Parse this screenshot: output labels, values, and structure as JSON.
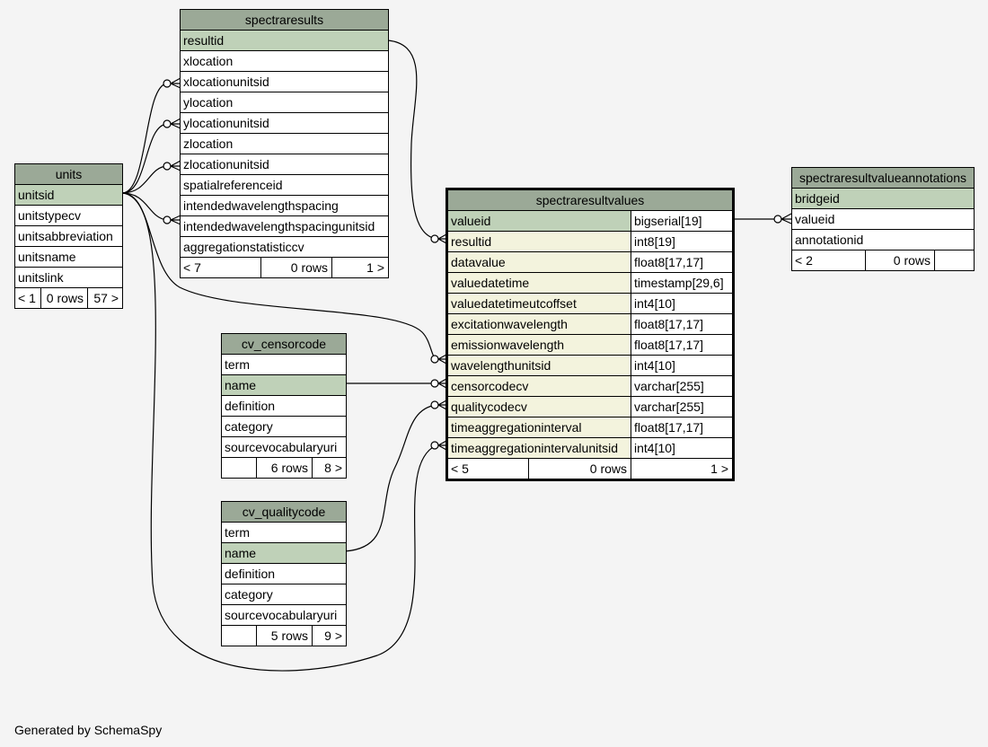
{
  "tables": {
    "spectraresults": {
      "name": "spectraresults",
      "columns": [
        "resultid",
        "xlocation",
        "xlocationunitsid",
        "ylocation",
        "ylocationunitsid",
        "zlocation",
        "zlocationunitsid",
        "spatialreferenceid",
        "intendedwavelengthspacing",
        "intendedwavelengthspacingunitsid",
        "aggregationstatisticcv"
      ],
      "footer": [
        "< 7",
        "0 rows",
        "1 >"
      ]
    },
    "units": {
      "name": "units",
      "columns": [
        "unitsid",
        "unitstypecv",
        "unitsabbreviation",
        "unitsname",
        "unitslink"
      ],
      "footer": [
        "< 1",
        "0 rows",
        "57 >"
      ]
    },
    "spectraresultvalues": {
      "name": "spectraresultvalues",
      "columns": [
        {
          "name": "valueid",
          "type": "bigserial[19]"
        },
        {
          "name": "resultid",
          "type": "int8[19]"
        },
        {
          "name": "datavalue",
          "type": "float8[17,17]"
        },
        {
          "name": "valuedatetime",
          "type": "timestamp[29,6]"
        },
        {
          "name": "valuedatetimeutcoffset",
          "type": "int4[10]"
        },
        {
          "name": "excitationwavelength",
          "type": "float8[17,17]"
        },
        {
          "name": "emissionwavelength",
          "type": "float8[17,17]"
        },
        {
          "name": "wavelengthunitsid",
          "type": "int4[10]"
        },
        {
          "name": "censorcodecv",
          "type": "varchar[255]"
        },
        {
          "name": "qualitycodecv",
          "type": "varchar[255]"
        },
        {
          "name": "timeaggregationinterval",
          "type": "float8[17,17]"
        },
        {
          "name": "timeaggregationintervalunitsid",
          "type": "int4[10]"
        }
      ],
      "footer": [
        "< 5",
        "0 rows",
        "1 >"
      ]
    },
    "spectraresultvalueannotations": {
      "name": "spectraresultvalueannotations",
      "columns": [
        "bridgeid",
        "valueid",
        "annotationid"
      ],
      "footer": [
        "< 2",
        "0 rows",
        ""
      ]
    },
    "cv_censorcode": {
      "name": "cv_censorcode",
      "columns": [
        "term",
        "name",
        "definition",
        "category",
        "sourcevocabularyuri"
      ],
      "footer": [
        "",
        "6 rows",
        "8 >"
      ]
    },
    "cv_qualitycode": {
      "name": "cv_qualitycode",
      "columns": [
        "term",
        "name",
        "definition",
        "category",
        "sourcevocabularyuri"
      ],
      "footer": [
        "",
        "5 rows",
        "9 >"
      ]
    }
  },
  "footer_note": "Generated by SchemaSpy",
  "colors": {
    "header": "#9ba997",
    "primary_key": "#bfd1b8",
    "foreign_key": "#f3f3dd",
    "background": "#f4f4f4"
  }
}
